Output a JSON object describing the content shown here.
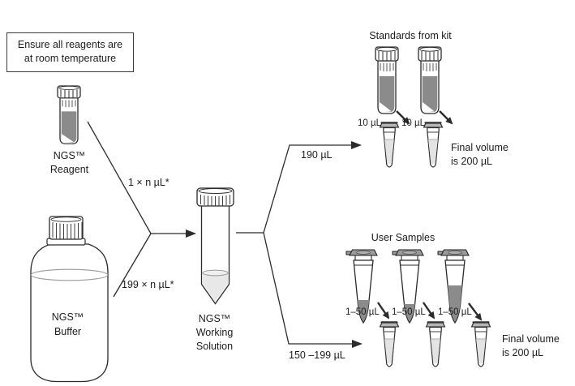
{
  "colors": {
    "ink": "#2b2b2b",
    "dark_liquid": "#8b8b8b",
    "light_liquid": "#e6e6e6",
    "cap_gray": "#9b9b9b",
    "background": "#ffffff"
  },
  "note_box": {
    "text": "Ensure all reagents are\nat room temperature"
  },
  "sources": {
    "reagent_label": "NGS™\nReagent",
    "buffer_label": "NGS™\nBuffer",
    "reagent_transfer_volume": "1 × n µL*",
    "buffer_transfer_volume": "199 × n µL*"
  },
  "working_solution": {
    "label": "NGS™\nWorking\nSolution"
  },
  "standards_branch": {
    "transfer_volume": "190 µL",
    "title": "Standards from kit",
    "aliquot_volumes": [
      "10 µL",
      "10 µL"
    ],
    "final_volume_note": "Final volume\nis 200 µL"
  },
  "samples_branch": {
    "transfer_volume": "150 –199 µL",
    "title": "User Samples",
    "aliquot_volumes": [
      "1–50 µL",
      "1–50 µL",
      "1–50 µL"
    ],
    "final_volume_note": "Final volume\nis 200 µL"
  }
}
